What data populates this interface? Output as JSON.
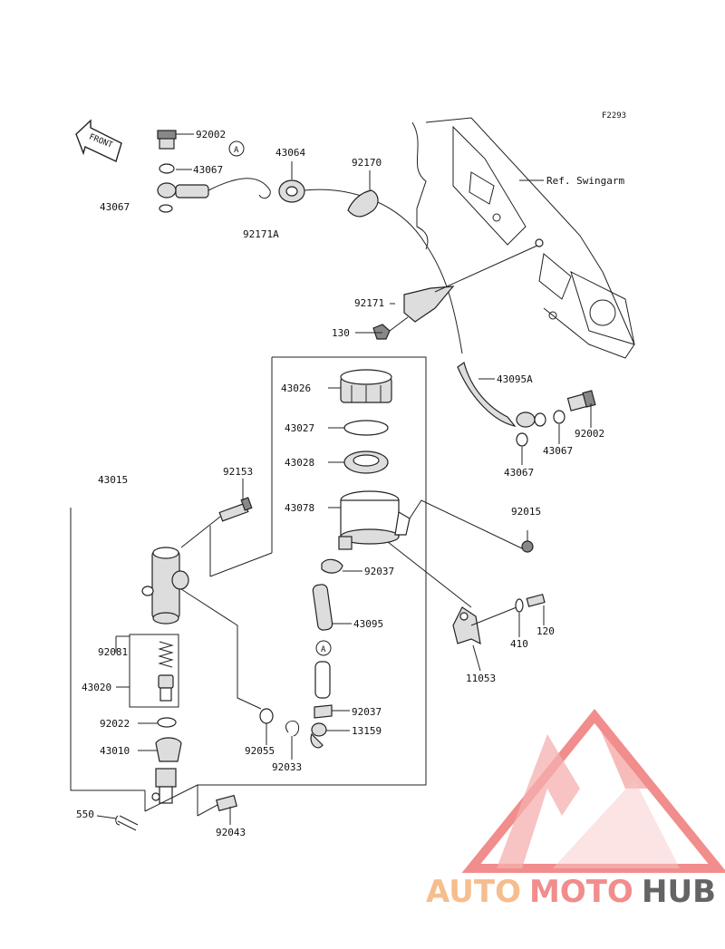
{
  "figure_code": "F2293",
  "direction": "FRONT",
  "ref_text": "Ref. Swingarm",
  "part_labels": {
    "p92002_top": "92002",
    "p43067_a": "43067",
    "p43067_left": "43067",
    "p43064": "43064",
    "p92170": "92170",
    "p92171A": "92171A",
    "p92171": "92171",
    "p130": "130",
    "p43026": "43026",
    "p43027": "43027",
    "p43028": "43028",
    "p43078": "43078",
    "p43095A": "43095A",
    "p92002_right": "92002",
    "p43067_right1": "43067",
    "p43067_right2": "43067",
    "p43015": "43015",
    "p92153": "92153",
    "p92015": "92015",
    "p92037_a": "92037",
    "p43095": "43095",
    "p120": "120",
    "p410": "410",
    "p11053": "11053",
    "p92081": "92081",
    "p43020": "43020",
    "p92037_b": "92037",
    "p13159": "13159",
    "p92022": "92022",
    "p43010": "43010",
    "p92055": "92055",
    "p92033": "92033",
    "p550": "550",
    "p92043": "92043"
  },
  "callouts": {
    "a1": "A",
    "a2": "A"
  },
  "watermark": {
    "part1": "AUTO",
    "part2": "MOTO",
    "part3": "HUB",
    "color_light": "#f5b27a",
    "color_red": "#ef7a78",
    "color_dark": "#4a4a4a"
  }
}
